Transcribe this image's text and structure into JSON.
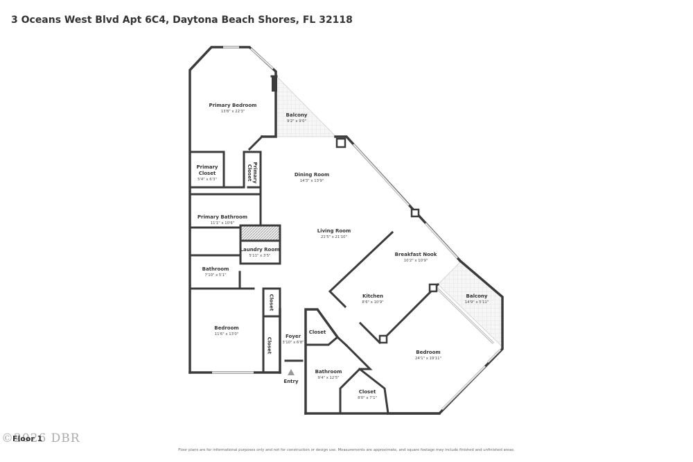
{
  "header": {
    "title": "3 Oceans West Blvd Apt 6C4, Daytona Beach Shores, FL 32118"
  },
  "rooms": {
    "primary_bedroom": {
      "name": "Primary Bedroom",
      "dims": "13'8\" x 22'3\""
    },
    "balcony_1": {
      "name": "Balcony",
      "dims": "9'2\" x 9'0\""
    },
    "primary_closet_1": {
      "name_line1": "Primary",
      "name_line2": "Closet",
      "dims": "5'4\" x 6'3\""
    },
    "primary_closet_2": {
      "name_line1": "Primary",
      "name_line2": "Closet"
    },
    "dining_room": {
      "name": "Dining Room",
      "dims": "14'3\" x 13'9\""
    },
    "primary_bathroom": {
      "name": "Primary Bathroom",
      "dims": "11'1\" x 10'6\""
    },
    "living_room": {
      "name": "Living Room",
      "dims": "21'5\" x 21'10\""
    },
    "laundry_room": {
      "name": "Laundry Room",
      "dims": "5'11\" x 3'5\""
    },
    "breakfast_nook": {
      "name": "Breakfast Nook",
      "dims": "10'2\" x 10'9\""
    },
    "bathroom_1": {
      "name": "Bathroom",
      "dims": "7'10\" x 5'1\""
    },
    "kitchen": {
      "name": "Kitchen",
      "dims": "8'6\" x 10'9\""
    },
    "balcony_2": {
      "name": "Balcony",
      "dims": "14'9\" x 5'11\""
    },
    "closet_1": {
      "name": "Closet"
    },
    "bedroom_1": {
      "name": "Bedroom",
      "dims": "11'6\" x 13'0\""
    },
    "foyer": {
      "name": "Foyer",
      "dims": "3'10\" x 6'8\""
    },
    "closet_2": {
      "name": "Closet"
    },
    "closet_3": {
      "name": "Closet"
    },
    "bedroom_2": {
      "name": "Bedroom",
      "dims": "24'1\" x 19'11\""
    },
    "bathroom_2": {
      "name": "Bathroom",
      "dims": "9'4\" x 12'5\""
    },
    "closet_4": {
      "name": "Closet",
      "dims": "8'0\" x 7'1\""
    }
  },
  "entry_label": "Entry",
  "floor_label": "Floor 1",
  "watermark": "©2026 DBR",
  "disclaimer": "Floor plans are for informational purposes only and not for construction or design use. Measurements are approximate, and square footage may include finished and unfinished areas.",
  "colors": {
    "wall": "#3b3b3b",
    "background": "#ffffff",
    "balcony": "#f2f2f2"
  }
}
